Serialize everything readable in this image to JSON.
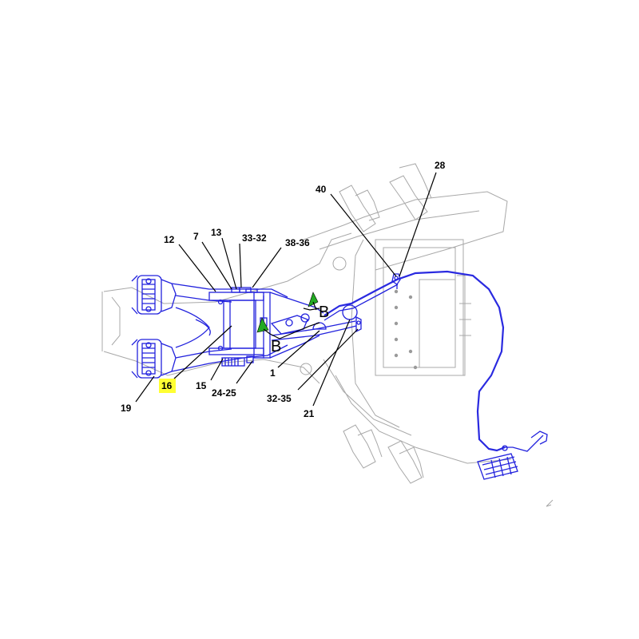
{
  "callouts": {
    "c12": "12",
    "c7": "7",
    "c13": "13",
    "c33_32": "33-32",
    "c38_36": "38-36",
    "c40": "40",
    "c28": "28",
    "c16": "16",
    "c19": "19",
    "c15": "15",
    "c24_25": "24-25",
    "c1": "1",
    "c32_35": "32-35",
    "c21": "21"
  },
  "view_markers": {
    "upper": "B",
    "lower": "B"
  },
  "colors": {
    "highlight": "#ffff33",
    "harness": "#2222dd",
    "frame": "#a8a8a8",
    "arrow": "#22aa22"
  }
}
